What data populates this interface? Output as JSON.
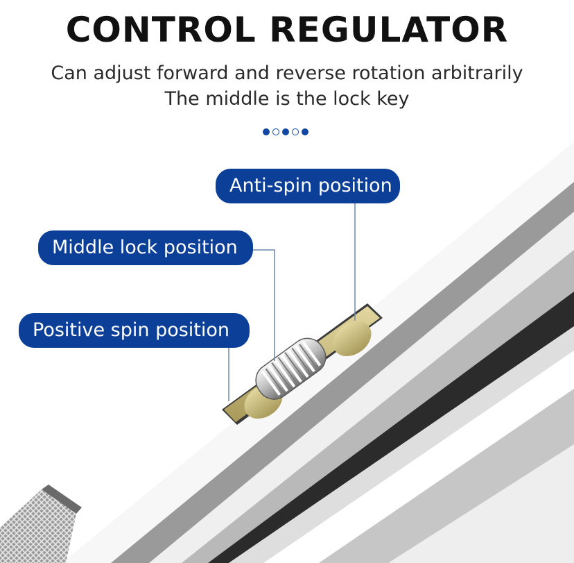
{
  "header": {
    "title": "CONTROL REGULATOR",
    "subtitle_line1": "Can adjust forward and reverse rotation arbitrarily",
    "subtitle_line2": "The middle is the lock key"
  },
  "pagination": {
    "dots": [
      "filled",
      "hollow",
      "filled",
      "hollow",
      "filled"
    ]
  },
  "labels": {
    "anti_spin": "Anti-spin position",
    "middle_lock": "Middle lock position",
    "positive_spin": "Positive spin position"
  },
  "colors": {
    "label_bg": "#0c3f97",
    "dot": "#1146a3",
    "leader_line": "#6f86b0",
    "brass": "#c9bb7f"
  }
}
